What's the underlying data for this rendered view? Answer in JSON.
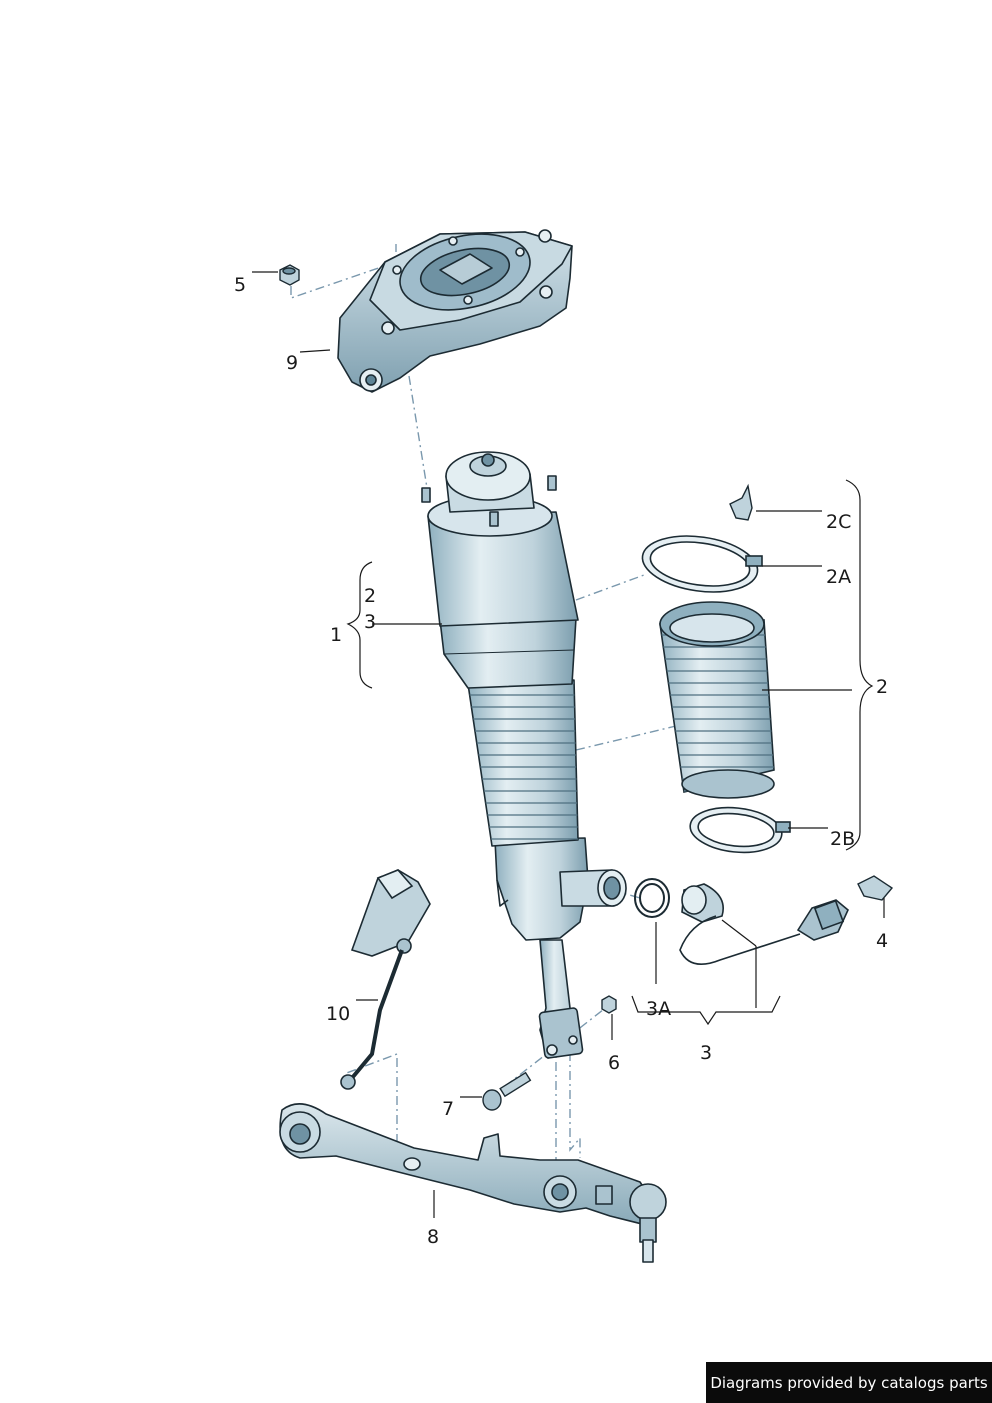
{
  "callouts": {
    "c5": "5",
    "c9": "9",
    "c2c": "2C",
    "c2a": "2A",
    "c1": "1",
    "c1_2": "2",
    "c1_3": "3",
    "c2": "2",
    "c2b": "2B",
    "c4": "4",
    "c10": "10",
    "c3a": "3A",
    "c6": "6",
    "c3": "3",
    "c7": "7",
    "c8": "8"
  },
  "footer": {
    "text": "Diagrams provided by catalogs parts"
  },
  "colors": {
    "part_fill": "#bfd3dc",
    "part_shade": "#8fb0bf",
    "part_dark": "#5e8496",
    "outline": "#1c2b33",
    "leader": "#1a1a1a",
    "dash": "#7a98ad"
  }
}
